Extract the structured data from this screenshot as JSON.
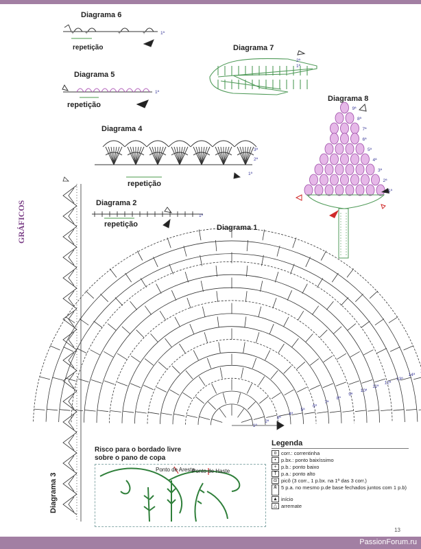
{
  "diagrams": {
    "d1": "Diagrama 1",
    "d2": "Diagrama 2",
    "d3": "Diagrama 3",
    "d4": "Diagrama 4",
    "d5": "Diagrama 5",
    "d6": "Diagrama 6",
    "d7": "Diagrama 7",
    "d8": "Diagrama 8"
  },
  "repeat_label": "repetição",
  "side_title": "GRÁFICOS",
  "rows_d1": [
    "1ª",
    "2ª",
    "3ª",
    "4ª",
    "5ª",
    "6ª",
    "7ª",
    "8ª",
    "9ª",
    "10ª",
    "11ª",
    "12ª",
    "13ª",
    "14ª",
    "15ª"
  ],
  "rows_d8": [
    "1ª",
    "2ª",
    "3ª",
    "4ª",
    "5ª",
    "6ª",
    "7ª",
    "8ª",
    "9ª"
  ],
  "rows_small": {
    "first": "1ª",
    "second": "2ª",
    "third": "3ª"
  },
  "embroidery": {
    "title_line1": "Risco para o bordado livre",
    "title_line2": "sobre o pano de copa",
    "stitch1": "Ponto de Aresta",
    "stitch2": "Ponto de Haste"
  },
  "legend": {
    "title": "Legenda",
    "items": [
      {
        "sym": "o",
        "text": "corr.: correntinha"
      },
      {
        "sym": "•",
        "text": "p.bx.: ponto baixíssimo"
      },
      {
        "sym": "+",
        "text": "p.b.: ponto baixo"
      },
      {
        "sym": "T",
        "text": "p.a.: ponto alto"
      },
      {
        "sym": "ɷ",
        "text": "picô (3 corr., 1 p.bx. na 1ª das 3 corr.)"
      },
      {
        "sym": "Ѧ",
        "text": "5 p.a. no mesmo p.de base fechados juntos com 1 p.b)"
      },
      {
        "sym": "▲",
        "text": "início"
      },
      {
        "sym": "△",
        "text": "arremate"
      }
    ]
  },
  "page_number": "13",
  "watermark": "PassionForum.ru",
  "colors": {
    "bar": "#a27fa3",
    "purple": "#b05ab8",
    "green": "#4f9a58",
    "dark": "#333333",
    "rowlabel": "#3a3a9a"
  }
}
